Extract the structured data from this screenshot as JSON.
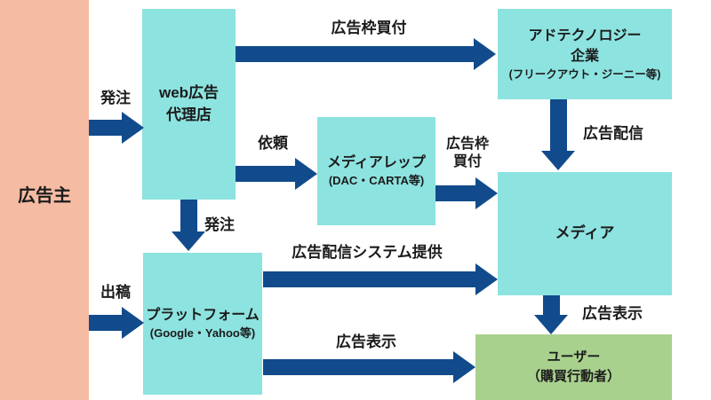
{
  "diagram_title": "web advertising industry flow diagram",
  "colors": {
    "advertiser_bar": "#f6bba3",
    "company_box": "#8de3e0",
    "user_box": "#a9d18e",
    "arrow": "#114b8b",
    "text": "#1b1b1b",
    "background": "#ffffff"
  },
  "nodes": {
    "advertiser": {
      "label": "広告主"
    },
    "agency": {
      "lines": [
        "web広告",
        "代理店"
      ]
    },
    "adtech": {
      "lines": [
        "アドテクノロジー",
        "企業",
        "(フリークアウト・ジーニー等)"
      ]
    },
    "mediarep": {
      "lines": [
        "メディアレップ",
        "(DAC・CARTA等)"
      ]
    },
    "media": {
      "label": "メディア"
    },
    "platform": {
      "lines": [
        "プラットフォーム",
        "(Google・Yahoo等)"
      ]
    },
    "user": {
      "lines": [
        "ユーザー",
        "（購買行動者）"
      ]
    }
  },
  "edges": {
    "order_to_agency": {
      "label": "発注",
      "from": "広告主",
      "to": "web広告代理店"
    },
    "slot_buy_adtech": {
      "label": "広告枠買付",
      "from": "web広告代理店",
      "to": "アドテクノロジー企業"
    },
    "request": {
      "label": "依頼",
      "from": "web広告代理店",
      "to": "メディアレップ"
    },
    "slot_buy_media": {
      "line1": "広告枠",
      "line2": "買付",
      "from": "メディアレップ",
      "to": "メディア"
    },
    "ad_delivery": {
      "label": "広告配信",
      "from": "アドテクノロジー企業",
      "to": "メディア"
    },
    "order_to_platform": {
      "label": "発注",
      "from": "web広告代理店",
      "to": "プラットフォーム"
    },
    "placement": {
      "label": "出稿",
      "from": "広告主",
      "to": "プラットフォーム"
    },
    "system_provide": {
      "label": "広告配信システム提供",
      "from": "プラットフォーム",
      "to": "メディア"
    },
    "ad_display_platform": {
      "label": "広告表示",
      "from": "プラットフォーム",
      "to": "ユーザー"
    },
    "ad_display_media": {
      "label": "広告表示",
      "from": "メディア",
      "to": "ユーザー"
    }
  }
}
